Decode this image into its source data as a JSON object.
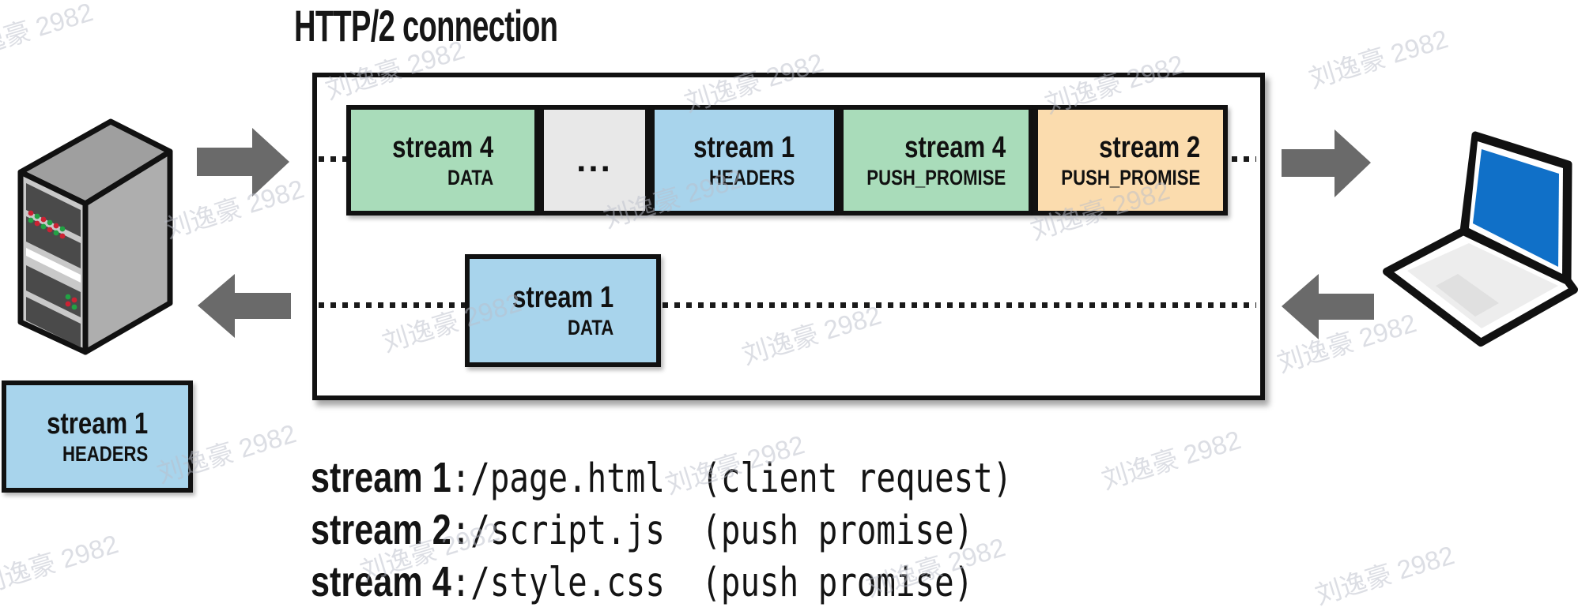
{
  "title": "HTTP/2 connection",
  "watermark": {
    "text": "刘逸豪 2982"
  },
  "frames": {
    "outbound": [
      {
        "stream": "stream 4",
        "type": "DATA",
        "color": "#a9dcba"
      },
      {
        "stream": "stream 1",
        "type": "HEADERS",
        "color": "#a8d4ec"
      },
      {
        "stream": "stream 4",
        "type": "PUSH_PROMISE",
        "color": "#a9dcba"
      },
      {
        "stream": "stream 2",
        "type": "PUSH_PROMISE",
        "color": "#fbdcae"
      }
    ],
    "ellipsis": "...",
    "inbound": [
      {
        "stream": "stream 1",
        "type": "DATA",
        "color": "#a8d4ec"
      }
    ],
    "pending": {
      "stream": "stream 1",
      "type": "HEADERS",
      "color": "#a8d4ec"
    }
  },
  "legend": [
    {
      "stream": "stream 1",
      "path": ":/page.html",
      "note": "(client request)"
    },
    {
      "stream": "stream 2",
      "path": ":/script.js",
      "note": "(push promise)"
    },
    {
      "stream": "stream 4",
      "path": ":/style.css",
      "note": "(push promise)"
    }
  ],
  "colors": {
    "frame_green": "#a9dcba",
    "frame_blue": "#a8d4ec",
    "frame_orange": "#fbdcae",
    "frame_gray": "#e8e8e8",
    "arrow_gray": "#6a6a6a",
    "laptop_screen_blue": "#1070c8",
    "border_black": "#111111"
  }
}
